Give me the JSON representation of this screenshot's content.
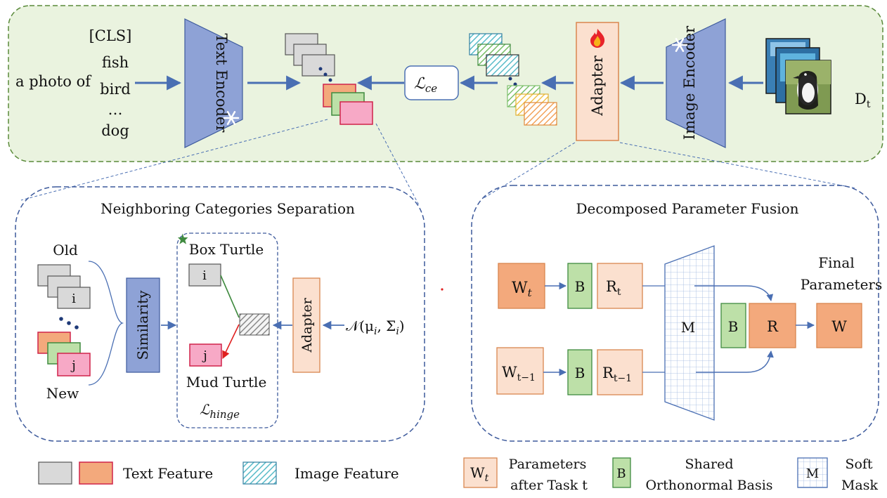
{
  "top": {
    "prompt_prefix": "a photo of",
    "prompt_classes": [
      "[CLS]",
      "fish",
      "bird",
      "…",
      "dog"
    ],
    "text_encoder": "Text Encoder",
    "image_encoder": "Image Encoder",
    "adapter": "Adapter",
    "loss_symbol": "ℒ",
    "loss_sub": "ce",
    "dataset_symbol": "D",
    "dataset_sub": "t"
  },
  "ncs": {
    "title": "Neighboring Categories Separation",
    "old_label": "Old",
    "new_label": "New",
    "old_marker": "i",
    "new_marker": "j",
    "similarity": "Similarity",
    "box_turtle": "Box  Turtle",
    "mud_turtle": "Mud  Turtle",
    "i_label": "i",
    "j_label": "j",
    "hinge_symbol": "ℒ",
    "hinge_sub": "hinge",
    "adapter": "Adapter",
    "gaussian": "𝒩(μ",
    "gaussian_mu_sub": "i",
    "gaussian_sigma": ", Σ",
    "gaussian_sigma_sub": "i",
    "gaussian_close": ")"
  },
  "dpf": {
    "title": "Decomposed Parameter Fusion",
    "w_t": "W",
    "w_t_sub": "t",
    "w_t1": "W",
    "w_t1_sub": "t−1",
    "b": "B",
    "r_t": "R",
    "r_t_sub": "t",
    "r_t1": "R",
    "r_t1_sub": "t−1",
    "m": "M",
    "b2": "B",
    "r": "R",
    "w": "W",
    "final_line1": "Final",
    "final_line2": "Parameters"
  },
  "legend": {
    "text_feature": "Text Feature",
    "image_feature": "Image Feature",
    "w_symbol": "W",
    "w_sub": "t",
    "w_desc_line1": "Parameters",
    "w_desc_line2": "after Task t",
    "b_symbol": "B",
    "b_desc_line1": "Shared",
    "b_desc_line2": "Orthonormal Basis",
    "m_symbol": "M",
    "m_desc_line1": "Soft",
    "m_desc_line2": "Mask"
  },
  "colors": {
    "top_panel_fill": "#eaf3df",
    "top_panel_border": "#5a8a3a",
    "encoder_fill": "#8ea2d6",
    "adapter_fill": "#fbe0cf",
    "adapter_border": "#d9864f",
    "arrow": "#4a6fb3",
    "orange": "#f3a97c",
    "green": "#bde0a8",
    "pink": "#f7a9c6",
    "grey": "#d9d9d9"
  }
}
